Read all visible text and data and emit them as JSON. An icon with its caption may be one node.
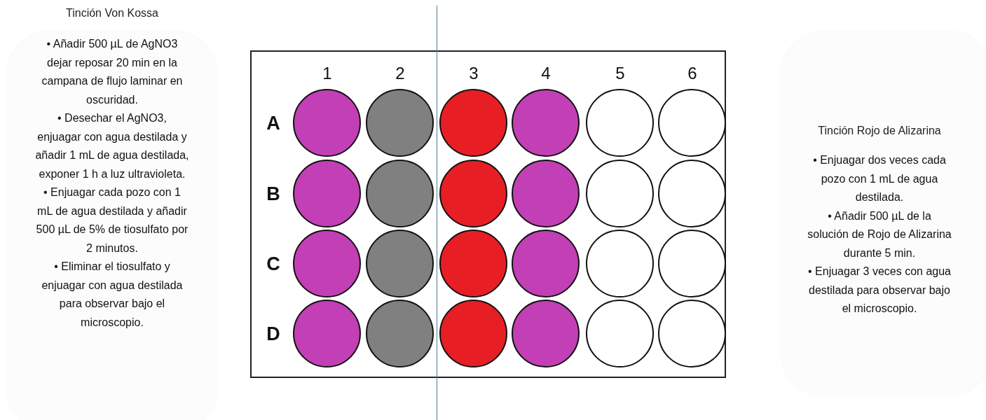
{
  "diagram": {
    "nodes": [
      {
        "text": [
          "Tinción Von Kossa",
          "• Añadir 500 µL de AgNO3 dejar reposar 20 min en la campana de flujo laminar en oscuridad.",
          "• Desechar el AgNO3, enjuagar con agua destilada y añadir 1 mL de agua destilada, exponer 1 h a luz ultravioleta.",
          "• Enjuagar cada pozo con 1 mL de agua destilada y añadir 500 µL de 5% de tiosulfato por 2 minutos.",
          "• Eliminar el tiosulfato y enjuagar con agua destilada para observar bajo el microscopio."
        ]
      },
      {
        "text": [
          "1",
          "2",
          "3",
          "4",
          "5",
          "6",
          "A",
          "B",
          "C",
          "D"
        ]
      },
      {
        "text": [],
        "shape": "circle",
        "in": 1
      },
      {
        "text": [],
        "shape": "circle",
        "in": 1
      },
      {
        "text": [],
        "shape": "circle",
        "in": 1
      },
      {
        "text": [],
        "shape": "circle",
        "in": 1
      },
      {
        "text": [],
        "shape": "circle",
        "in": 1
      },
      {
        "text": [],
        "shape": "circle",
        "in": 1
      },
      {
        "text": [],
        "shape": "circle",
        "in": 1
      },
      {
        "text": [],
        "shape": "circle",
        "in": 1
      },
      {
        "text": [],
        "shape": "circle",
        "in": 1
      },
      {
        "text": [],
        "shape": "circle",
        "in": 1
      },
      {
        "text": [],
        "shape": "circle",
        "in": 1
      },
      {
        "text": [],
        "shape": "circle",
        "in": 1
      },
      {
        "text": [],
        "shape": "circle",
        "in": 1
      },
      {
        "text": [],
        "shape": "circle",
        "in": 1
      },
      {
        "text": [],
        "shape": "circle",
        "in": 1
      },
      {
        "text": [],
        "shape": "circle",
        "in": 1
      },
      {
        "text": [],
        "shape": "circle",
        "in": 1
      },
      {
        "text": [],
        "shape": "circle",
        "in": 1
      },
      {
        "text": [],
        "shape": "circle",
        "in": 1
      },
      {
        "text": [],
        "shape": "circle",
        "in": 1
      },
      {
        "text": [],
        "shape": "circle",
        "in": 1
      },
      {
        "text": [],
        "shape": "circle",
        "in": 1
      },
      {
        "text": [],
        "shape": "circle",
        "in": 1
      },
      {
        "text": [],
        "shape": "circle",
        "in": 1
      },
      {
        "text": [
          "Tinción Rojo de Alizarina",
          "• Enjuagar dos veces cada pozo con 1 mL de agua destilada.",
          "• Añadir 500 µL de la solución de Rojo de Alizarina durante 5 min.",
          "• Enjuagar 3 veces con agua destilada para observar bajo el microscopio."
        ]
      }
    ]
  }
}
